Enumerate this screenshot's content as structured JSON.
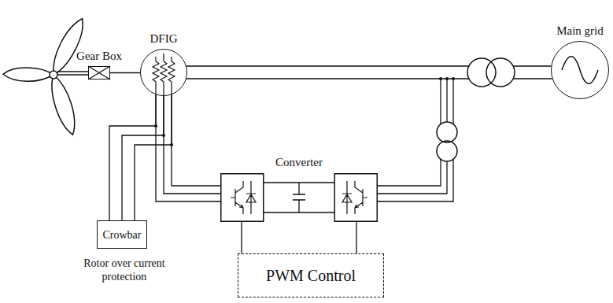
{
  "diagram": {
    "nodes": [
      {
        "text": [
          "Gear Box"
        ]
      },
      {
        "text": [
          "DFIG"
        ]
      },
      {
        "text": [
          "Main grid"
        ]
      },
      {
        "text": [
          "Crowbar"
        ]
      },
      {
        "text": [
          "Converter"
        ]
      },
      {
        "text": [
          "PWM Control"
        ]
      }
    ],
    "edges": [
      {
        "from": 0,
        "to": 1,
        "arrow": "none"
      },
      {
        "from": 1,
        "to": 3,
        "arrow": "none"
      },
      {
        "from": 1,
        "to": 4,
        "arrow": "none"
      },
      {
        "from": 1,
        "to": 2,
        "arrow": "none"
      },
      {
        "from": 5,
        "to": 4,
        "arrow": "none"
      }
    ],
    "labels": [
      "Rotor over current protection"
    ]
  }
}
